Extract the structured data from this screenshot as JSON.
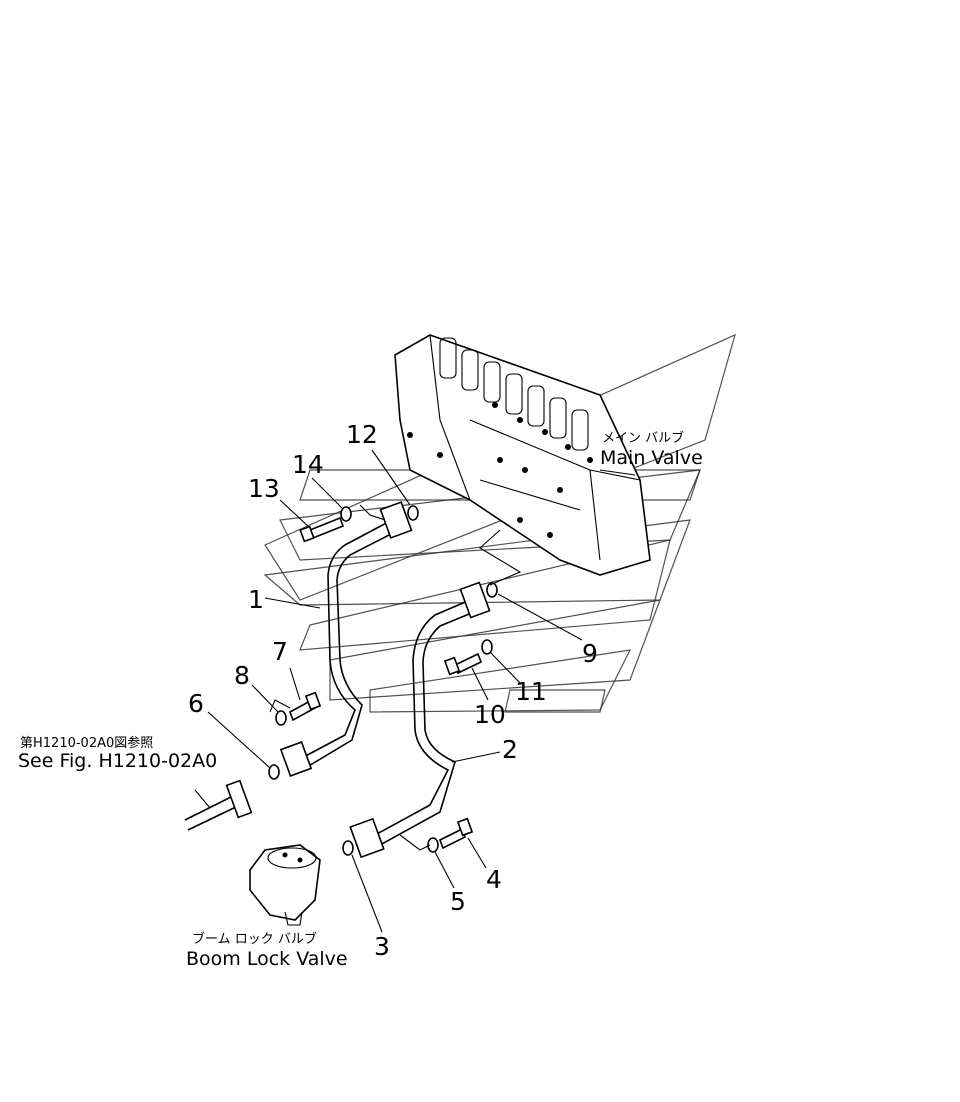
{
  "callouts": [
    "1",
    "2",
    "3",
    "4",
    "5",
    "6",
    "7",
    "8",
    "9",
    "10",
    "11",
    "12",
    "13",
    "14"
  ],
  "captions": {
    "main_valve_jp": "メイン バルブ",
    "main_valve_en": "Main Valve",
    "boom_lock_jp": "ブーム ロック バルブ",
    "boom_lock_en": "Boom Lock Valve",
    "see_fig_jp": "第H1210-02A0図参照",
    "see_fig_en": "See Fig. H1210-02A0"
  }
}
